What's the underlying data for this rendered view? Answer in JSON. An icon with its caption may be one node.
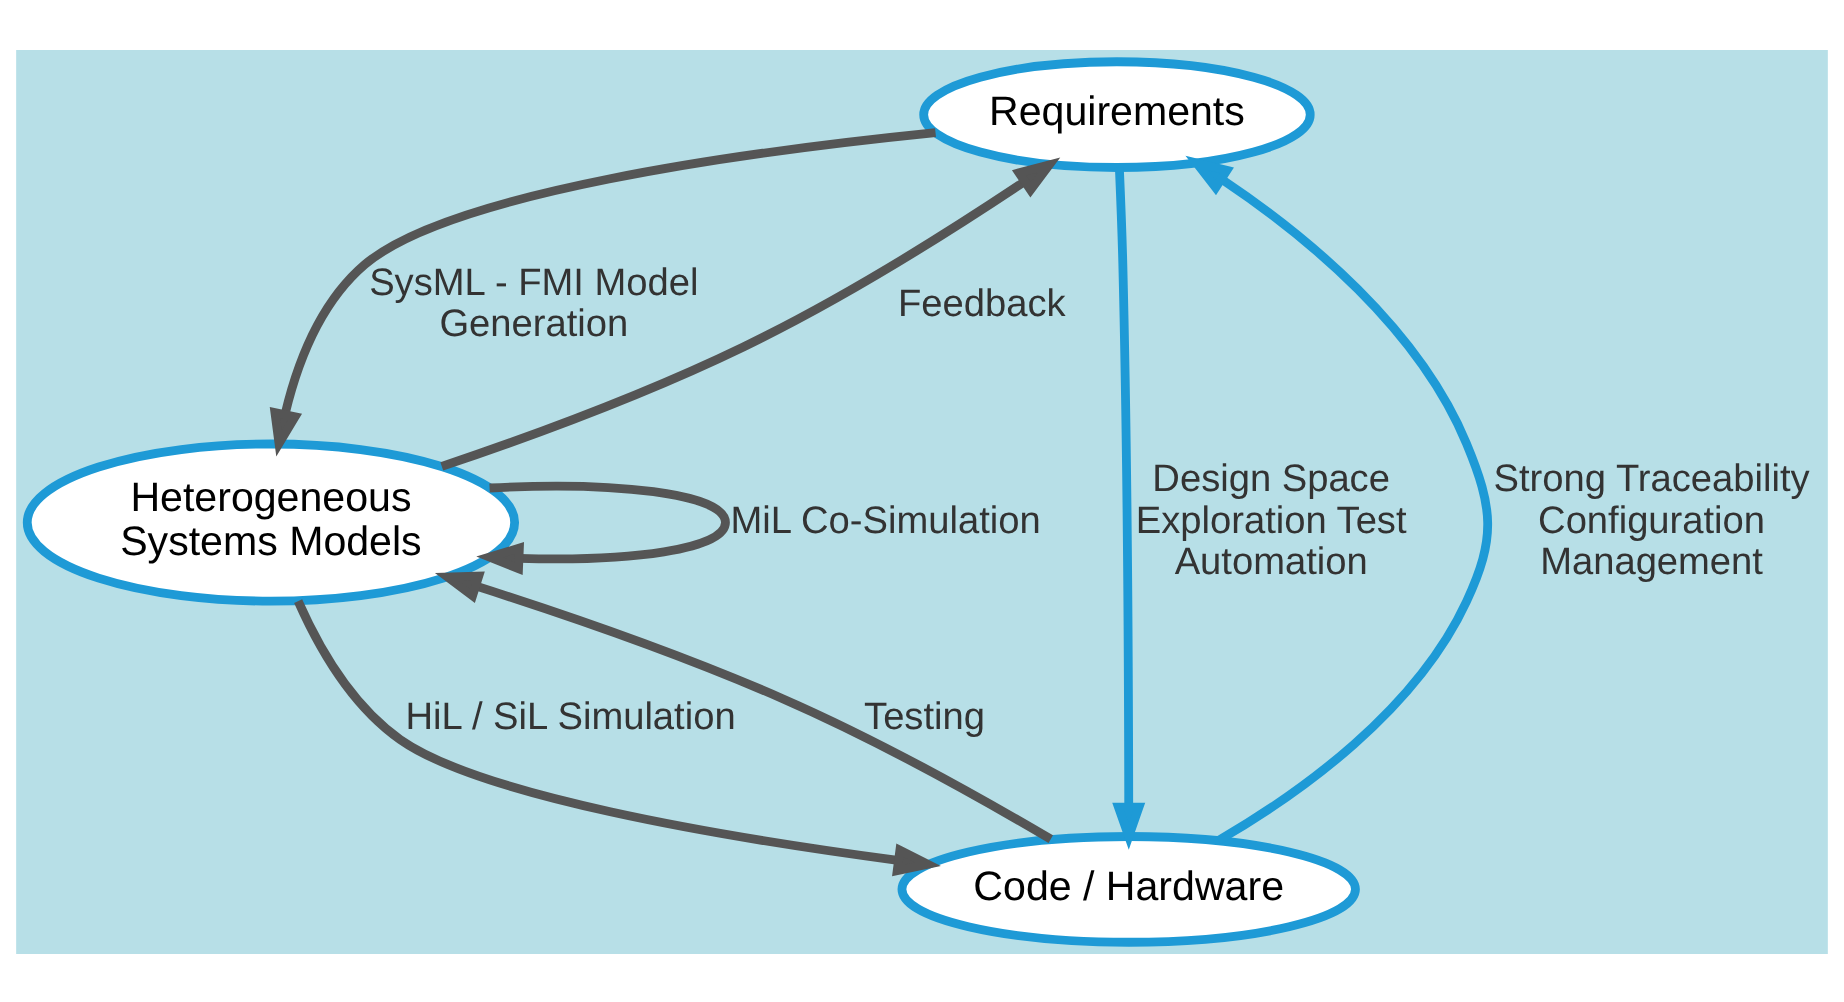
{
  "diagram": {
    "nodes": [
      {
        "text": [
          "Requirements"
        ]
      },
      {
        "text": [
          "Heterogeneous Systems Models"
        ]
      },
      {
        "text": [
          "Code / Hardware"
        ]
      }
    ],
    "edges": [
      {
        "from": 0,
        "to": 1,
        "arrow": "to",
        "label": "SysML - FMI Model Generation"
      },
      {
        "from": 1,
        "to": 0,
        "arrow": "to",
        "label": "Feedback"
      },
      {
        "from": 1,
        "to": 1,
        "arrow": "to",
        "label": "MiL Co-Simulation"
      },
      {
        "from": 1,
        "to": 2,
        "arrow": "to",
        "label": "HiL / SiL Simulation"
      },
      {
        "from": 2,
        "to": 1,
        "arrow": "to",
        "label": "Testing"
      },
      {
        "from": 0,
        "to": 2,
        "arrow": "to",
        "label": "Design Space Exploration Test Automation",
        "color": "#1e9ad6"
      },
      {
        "from": 2,
        "to": 0,
        "arrow": "to",
        "label": "Strong Traceability Configuration Management",
        "color": "#1e9ad6"
      }
    ]
  }
}
